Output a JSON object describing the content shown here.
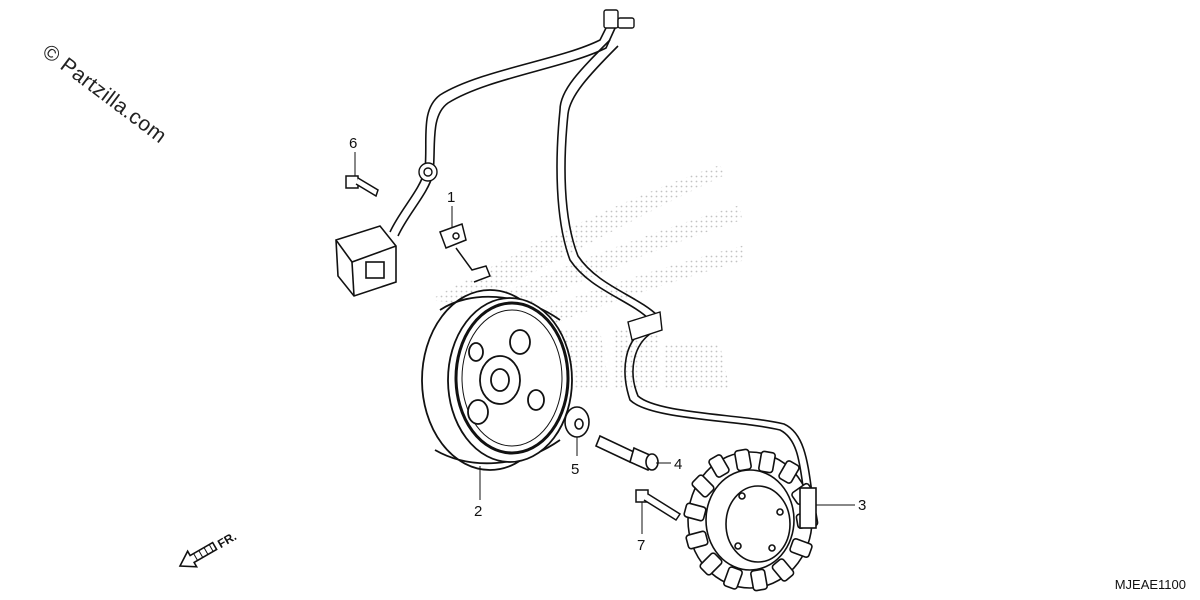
{
  "watermark": "© Partzilla.com",
  "diagram_code": "MJEAE1100",
  "direction_label": "FR.",
  "callouts": {
    "c1": "1",
    "c2": "2",
    "c3": "3",
    "c4": "4",
    "c5": "5",
    "c6": "6",
    "c7": "7"
  },
  "brand_watermark_icon": "wing-logo-watermark",
  "colors": {
    "line": "#111111",
    "halftone": "#c8c8c8",
    "background": "#ffffff"
  }
}
